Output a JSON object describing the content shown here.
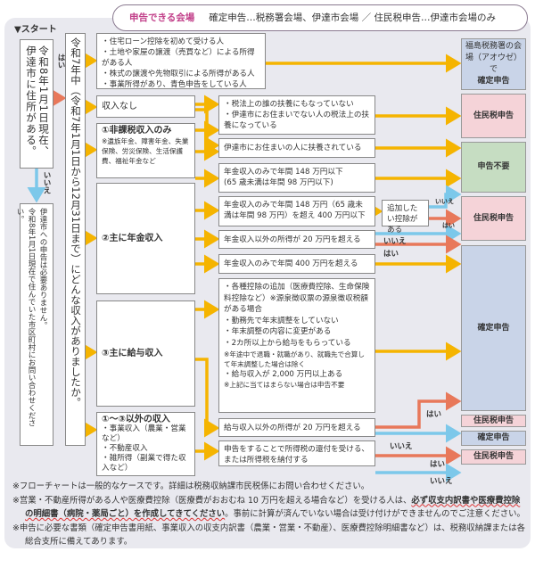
{
  "header": {
    "title": "申告できる会場",
    "text": "確定申告…税務署会場、伊達市会場 ／ 住民税申告…伊達市会場のみ"
  },
  "start": "▼スタート",
  "q1": "令和8年1月1日現在、伊達市に住所がある。",
  "q1_no_lines": [
    "伊達市への申告は必要ありません。",
    "令和8年1月1日現在で住んでいた市区町村にお問い合わせください。"
  ],
  "q2": "令和7年中（令和7年1月1日から12月31日まで）にどんな収入がありましたか。",
  "labels": {
    "yes": "はい",
    "no": "いいえ"
  },
  "top_box": [
    "・住宅ローン控除を初めて受ける人",
    "・土地や家屋の譲渡（売買など）による所得がある人",
    "・株式の譲渡や先物取引による所得がある人",
    "・事業所得があり、青色申告をしている人"
  ],
  "options": {
    "none": "収入なし",
    "nontax_title": "①非課税収入のみ",
    "nontax_note": "※遺族年金、障害年金、失業保険、労災保険、生活保護費、福祉年金など",
    "pension": "②主に年金収入",
    "salary": "③主に給与収入",
    "other_title": "①～③以外の収入",
    "other_items": [
      "・事業収入（農業・営業など）",
      "・不動産収入",
      "・雑所得（副業で得た収入など）"
    ]
  },
  "conditions": {
    "not_dependent": [
      "・税法上の誰の扶養にもなっていない",
      "・伊達市にお住まいでない人の税法上の扶養になっている"
    ],
    "dependent_date": "伊達市にお住まいの人に扶養されている",
    "pension_low": [
      "年金収入のみで年間 148 万円以下",
      "(65 歳未満は年間 98 万円以下)"
    ],
    "pension_mid": "年金収入のみで年間 148 万円（65 歳未満は年間 98 万円）を超え 400 万円以下",
    "pension_other": "年金収入以外の所得が 20 万円を超える",
    "pension_high": "年金収入のみで年間 400 万円を超える",
    "salary_items": [
      "・各種控除の追加（医療費控除、生命保険料控除など）※源泉徴収票の源泉徴収税額がある場合",
      "・勤務先で年末調整をしていない",
      "・年末調整の内容に変更がある",
      "・2カ所以上から給与をもらっている",
      "※年途中で退職・就職があり、就職先で合算して年末調整した場合は除く",
      "・給与収入が 2,000 万円以上ある",
      "※上記に当てはまらない場合は申告不要"
    ],
    "salary_other": "給与収入以外の所得が 20 万円を超える",
    "refund": "申告をすることで所得税の還付を受ける、または所得税を納付する",
    "extra_deduction": "追加したい控除がある"
  },
  "results": {
    "fukushima": "福島税務署の会場（アオウゼ）で",
    "kakutei": "確定申告",
    "juminzei": "住民税申告",
    "fuyou": "申告不要"
  },
  "notes": {
    "n1": "※フローチャートは一般的なケースです。詳細は税務収納課市民税係にお問い合わせください。",
    "n2a": "※営業・不動産所得がある人や医療費控除（医療費がおおむね 10 万円を超える場合など）を受ける人は、",
    "n2b": "必ず収支内訳書や医療費控除の明細書（病院・薬局ごと）を作成してきてください",
    "n2c": "。事前に計算が済んでいない場合は受け付けができませんのでご注意ください。",
    "n3": "※申告に必要な書類（確定申告書用紙、事業収入の収支内訳書（農業・営業・不動産）、医療費控除明細書など）は、税務収納課または各総合支所に備えてあります。"
  },
  "colors": {
    "orange": "#f5b400",
    "yes": "#e8785a",
    "no": "#7cc8ea",
    "blue": "#c9d4e8",
    "pink": "#f5d3d8",
    "green": "#c6ddc2"
  }
}
